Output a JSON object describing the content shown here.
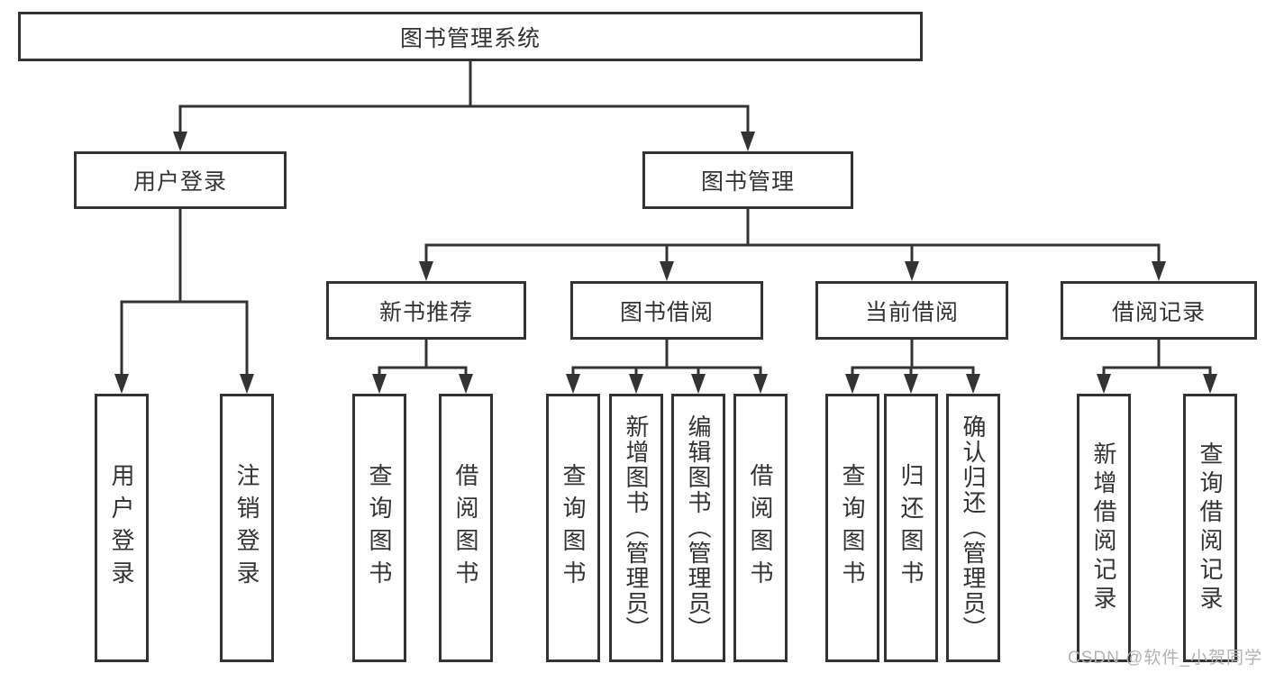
{
  "diagram": {
    "root": {
      "label": "图书管理系统"
    },
    "branches": [
      {
        "label": "用户登录"
      },
      {
        "label": "图书管理"
      }
    ],
    "modules": [
      {
        "label": "新书推荐"
      },
      {
        "label": "图书借阅"
      },
      {
        "label": "当前借阅"
      },
      {
        "label": "借阅记录"
      }
    ],
    "leaves": {
      "login": [
        "用户登录",
        "注销登录"
      ],
      "recommend": [
        "查询图书",
        "借阅图书"
      ],
      "borrow": [
        "查询图书",
        "新增图书（管理员）",
        "编辑图书（管理员）",
        "借阅图书"
      ],
      "current": [
        "查询图书",
        "归还图书",
        "确认归还（管理员）"
      ],
      "records": [
        "新增借阅记录",
        "查询借阅记录"
      ]
    },
    "colors": {
      "line": "#333333",
      "text": "#333333",
      "box_background": "#ffffff",
      "watermark": "#b3b3b3",
      "page_background": "#ffffff"
    }
  },
  "watermark": {
    "text": "CSDN @软件_小贺同学"
  }
}
